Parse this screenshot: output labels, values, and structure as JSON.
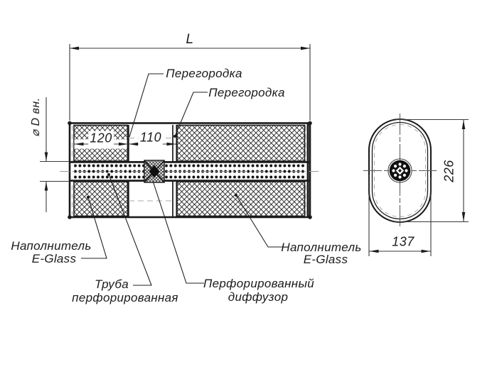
{
  "side_view": {
    "dim_length": "L",
    "dim_chamber1": "120",
    "dim_chamber2": "110",
    "dim_inner_diameter": "⌀ D вн.",
    "label_partition_1": "Перегородка",
    "label_partition_2": "Перегородка",
    "label_filler_left_line1": "Наполнитель",
    "label_filler_left_line2": "E-Glass",
    "label_tube_line1": "Труба",
    "label_tube_line2": "перфорированная",
    "label_diffuser_line1": "Перфорированный",
    "label_diffuser_line2": "диффузор",
    "label_filler_right_line1": "Наполнитель",
    "label_filler_right_line2": "E-Glass"
  },
  "end_view": {
    "dim_height": "226",
    "dim_width": "137"
  },
  "colors": {
    "line": "#1b1b1b",
    "thin_line": "#3a3a3a",
    "centerline": "#9a9a9a",
    "background": "#ffffff"
  }
}
